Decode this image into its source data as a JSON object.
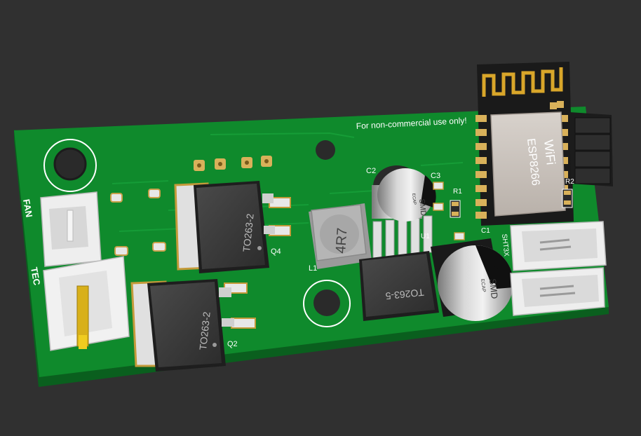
{
  "scene": {
    "background_color": "#303030",
    "board_color": "#0f8a2c",
    "silk_color": "#ffffff",
    "pad_color": "#d9b15a"
  },
  "board": {
    "notice": "For non-commercial use only!"
  },
  "labels": {
    "fan": "FAN",
    "tec": "TEC",
    "q4": "Q4",
    "q2": "Q2",
    "l1": "L1",
    "c1": "C1",
    "c2": "C2",
    "c3": "C3",
    "r1": "R1",
    "r2": "R2",
    "sht3x": "SHT3X",
    "u1": "U1"
  },
  "parts": {
    "q4_package": "TO263-2",
    "q2_package": "TO263-2",
    "u1_package": "TO263-5",
    "inductor_value": "4R7",
    "cap_small_line1": "SMD",
    "cap_small_line2": "ECAP",
    "cap_big_line1": "SMD",
    "cap_big_line2": "ECAP",
    "module_line1": "WiFi",
    "module_line2": "ESP8266"
  }
}
